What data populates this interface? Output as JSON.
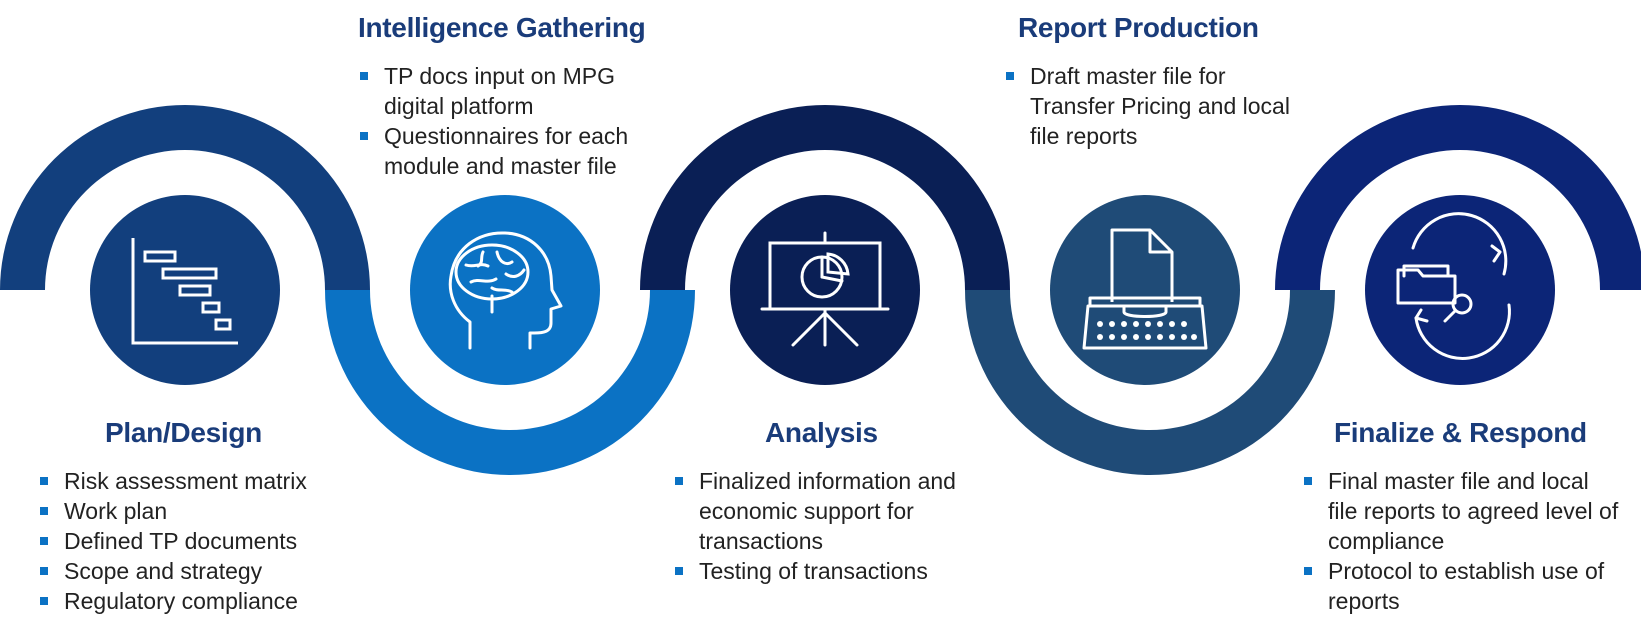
{
  "colors": {
    "arc_plan": "#123f7d",
    "arc_intel": "#0b72c4",
    "arc_analysis": "#0a1f55",
    "arc_report": "#1f4b77",
    "arc_finalize": "#0c2577",
    "circle_plan": "#123f7d",
    "circle_intel": "#0b72c4",
    "circle_analysis": "#0a1f55",
    "circle_report": "#1f4b77",
    "circle_finalize": "#0c2577",
    "title": "#1a3c7a",
    "bullet_square": "#0b72c4",
    "body_text": "#222222"
  },
  "steps": [
    {
      "id": "plan",
      "title": "Plan/Design",
      "icon": "gantt-chart-icon",
      "bullets": [
        "Risk assessment matrix",
        "Work plan",
        "Defined TP documents",
        "Scope and strategy",
        "Regulatory compliance"
      ]
    },
    {
      "id": "intel",
      "title": "Intelligence Gathering",
      "icon": "brain-head-icon",
      "bullets": [
        "TP docs input on MPG digital platform",
        "Questionnaires for each module and master file"
      ]
    },
    {
      "id": "analysis",
      "title": "Analysis",
      "icon": "presentation-pie-chart-icon",
      "bullets": [
        "Finalized information and economic support for transactions",
        "Testing of transactions"
      ]
    },
    {
      "id": "report",
      "title": "Report Production",
      "icon": "typewriter-icon",
      "bullets": [
        "Draft master file for Transfer Pricing and local file reports"
      ]
    },
    {
      "id": "finalize",
      "title": "Finalize & Respond",
      "icon": "folder-search-refresh-icon",
      "bullets": [
        "Final master file and local file reports to agreed level of compliance",
        "Protocol to establish use of reports"
      ]
    }
  ]
}
